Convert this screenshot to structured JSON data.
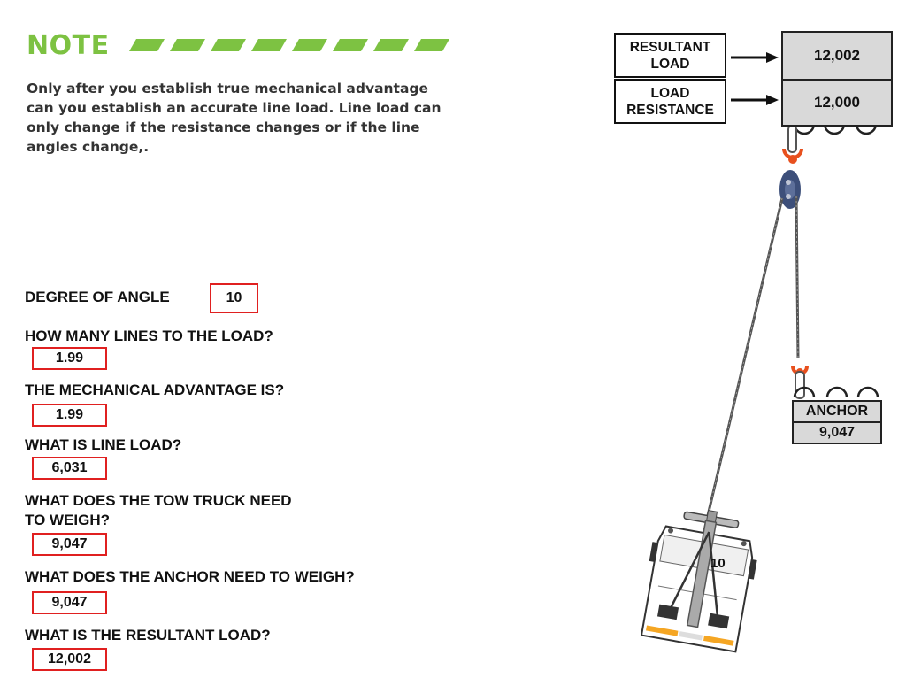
{
  "note": {
    "title": "NOTE",
    "body": "Only after you establish true mechanical advantage can you establish an accurate line load. Line load can only change if the resistance changes or if the line angles change,."
  },
  "questions": {
    "degree_label": "DEGREE OF ANGLE",
    "degree_value": "10",
    "lines_label": "HOW MANY LINES TO THE LOAD?",
    "lines_value": "1.99",
    "ma_label": "THE MECHANICAL ADVANTAGE IS?",
    "ma_value": "1.99",
    "lineload_label": "WHAT IS LINE LOAD?",
    "lineload_value": "6,031",
    "truck_label_1": "WHAT DOES THE TOW TRUCK NEED",
    "truck_label_2": "TO WEIGH?",
    "truck_value": "9,047",
    "anchor_label": "WHAT DOES THE ANCHOR NEED TO WEIGH?",
    "anchor_value": "9,047",
    "resultant_label": "WHAT IS THE RESULTANT LOAD?",
    "resultant_value": "12,002"
  },
  "diagram": {
    "resultant_load_line1": "RESULTANT",
    "resultant_load_line2": "LOAD",
    "resultant_load_value": "12,002",
    "load_resistance_line1": "LOAD",
    "load_resistance_line2": "RESISTANCE",
    "load_resistance_value": "12,000",
    "anchor_label": "ANCHOR",
    "anchor_value": "9,047",
    "truck_angle": "10"
  },
  "colors": {
    "accent_green": "#7dc242",
    "answer_border": "#e02020",
    "shackle_orange": "#e8501e",
    "pulley_blue": "#3d4f7a",
    "box_gray": "#d9d9d9"
  }
}
